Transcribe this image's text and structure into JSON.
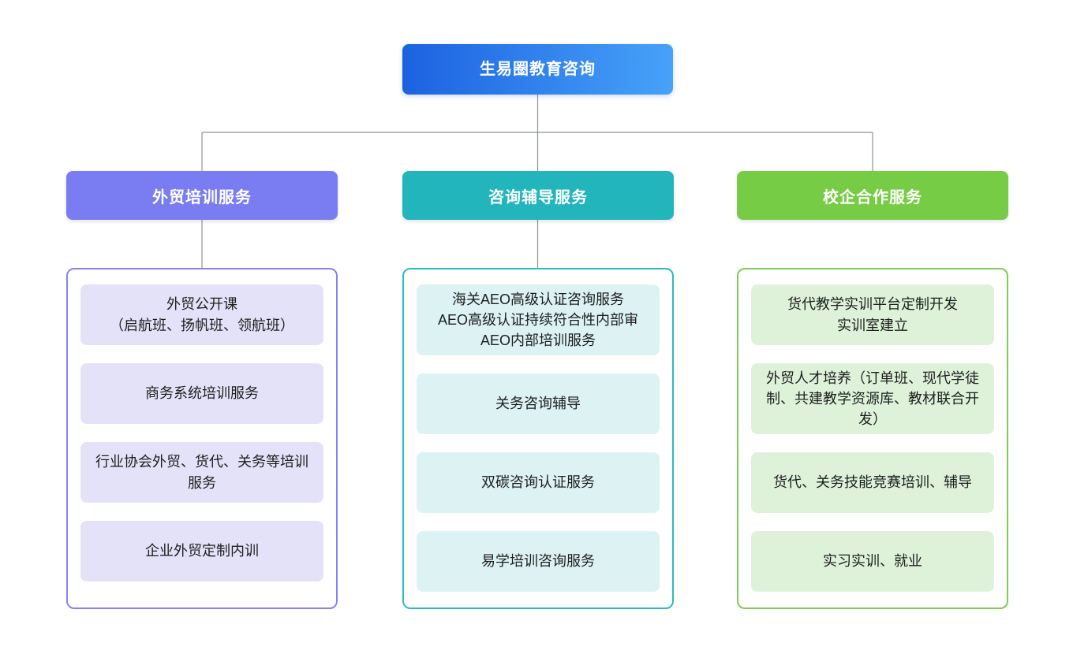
{
  "root": {
    "label": "生易圈教育咨询",
    "gradient_start": "#1b62e0",
    "gradient_end": "#47a2f9"
  },
  "branches": [
    {
      "label": "外贸培训服务",
      "header_color": "#7a7cf2",
      "panel_border_color": "#8583f2",
      "item_bg_color": "#e4e2f8",
      "items": [
        "外贸公开课\n（启航班、扬帆班、领航班）",
        "商务系统培训服务",
        "行业协会外贸、货代、关务等培训服务",
        "企业外贸定制内训"
      ]
    },
    {
      "label": "咨询辅导服务",
      "header_color": "#22b5bb",
      "panel_border_color": "#2bbcbf",
      "item_bg_color": "#dcf2f3",
      "items": [
        "海关AEO高级认证咨询服务\nAEO高级认证持续符合性内部审\nAEO内部培训服务",
        "关务咨询辅导",
        "双碳咨询认证服务",
        "易学培训咨询服务"
      ]
    },
    {
      "label": "校企合作服务",
      "header_color": "#77cc45",
      "panel_border_color": "#7ccd55",
      "item_bg_color": "#def2da",
      "items": [
        "货代教学实训平台定制开发\n实训室建立",
        "外贸人才培养（订单班、现代学徒制、共建教学资源库、教材联合开发）",
        "货代、关务技能竞赛培训、辅导",
        "实习实训、就业"
      ]
    }
  ],
  "connector_color": "#8c9299"
}
